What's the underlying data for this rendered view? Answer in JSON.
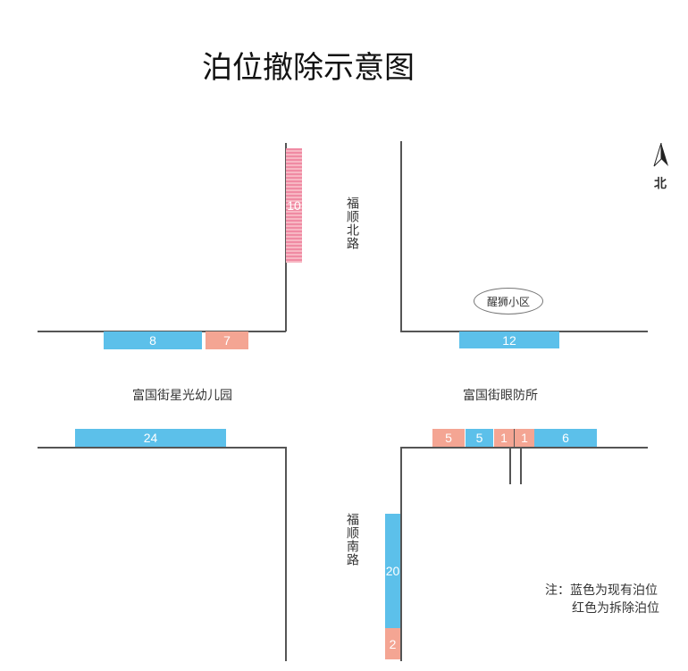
{
  "title": "泊位撤除示意图",
  "roads": {
    "north": "福顺北路",
    "south": "福顺南路"
  },
  "places": {
    "community": "醒狮小区",
    "kindergarten": "富国街星光幼儿园",
    "clinic": "富国街眼防所"
  },
  "compass": "北",
  "slots": {
    "s10": "10",
    "s8": "8",
    "s7": "7",
    "s12": "12",
    "s24": "24",
    "s5a": "5",
    "s5b": "5",
    "s1a": "1",
    "s1b": "1",
    "s6": "6",
    "s20": "20",
    "s2": "2"
  },
  "legend": {
    "line1": "注：蓝色为现有泊位",
    "line2": "红色为拆除泊位"
  },
  "colors": {
    "existing": "#5cc0ea",
    "removed": "#f4a593"
  }
}
